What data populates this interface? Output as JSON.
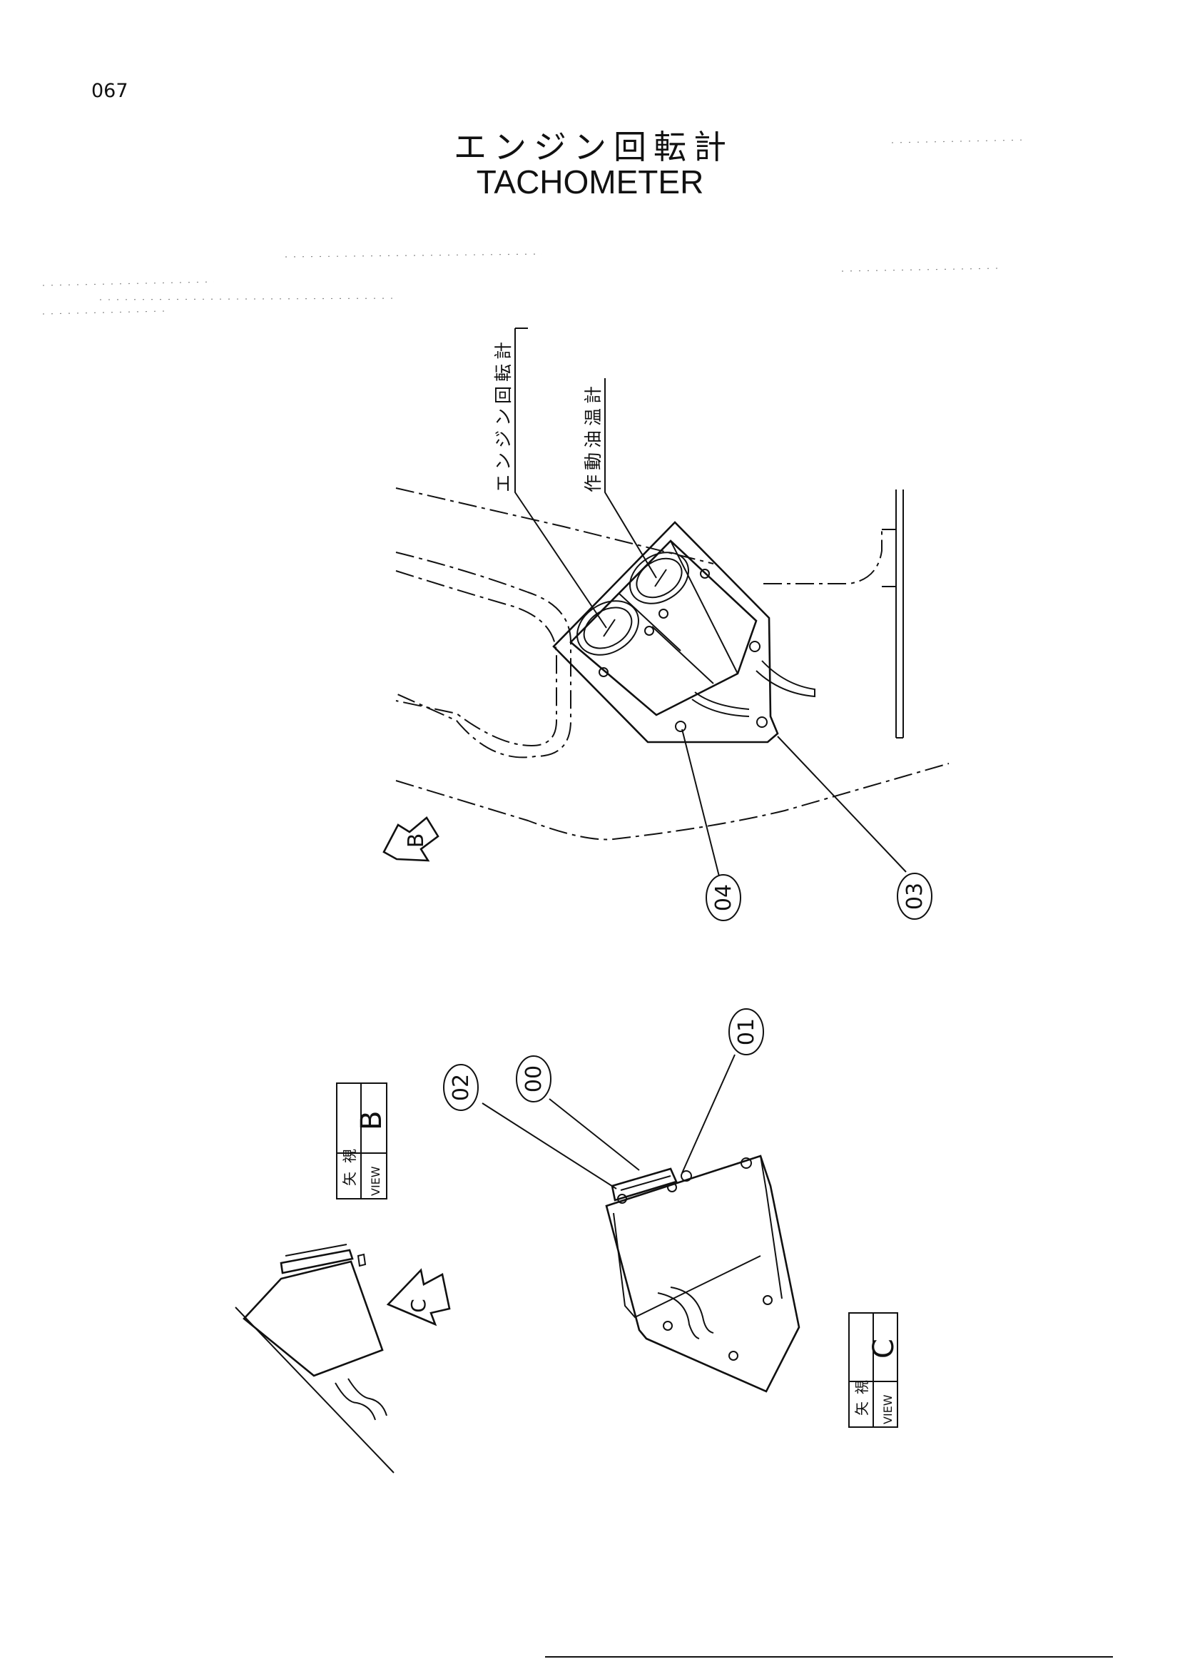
{
  "page": {
    "number": "067",
    "title_jp": "エンジン回転計",
    "title_en": "TACHOMETER"
  },
  "labels": {
    "engine_tachometer_jp": "エンジン回転計",
    "hydraulic_oil_temp_gauge_jp": "作動油温計"
  },
  "callouts": {
    "part_00": "00",
    "part_01": "01",
    "part_02": "02",
    "part_03": "03",
    "part_04": "04"
  },
  "view_markers": {
    "arrow_b": "B",
    "arrow_c": "C"
  },
  "view_boxes": {
    "view_b": {
      "kanji_1": "矢",
      "kanji_2": "視",
      "view_word": "VIEW",
      "letter": "B"
    },
    "view_c": {
      "kanji_1": "矢",
      "kanji_2": "視",
      "view_word": "VIEW",
      "letter": "C"
    }
  }
}
